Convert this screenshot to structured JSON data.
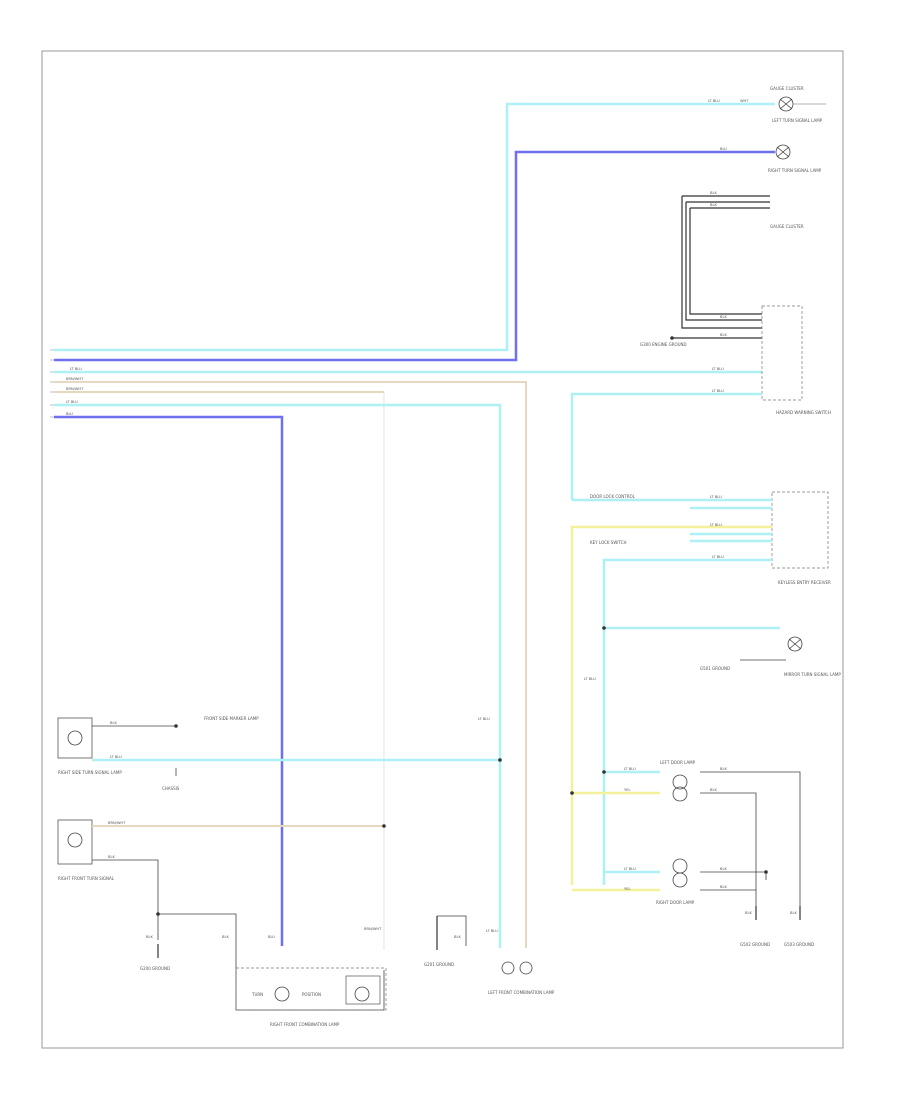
{
  "diagram": {
    "page_ref": "",
    "colors": {
      "lt_blu": "#aef0f4",
      "blu": "#6f6ff2",
      "brn_wht": "#e6d8bf",
      "yel": "#f3f19a",
      "blk": "#333333",
      "gry": "#cccccc",
      "border": "#999999"
    },
    "components": {
      "left_turn_signal": "LEFT TURN SIGNAL LAMP",
      "right_turn_signal": "RIGHT TURN SIGNAL LAMP",
      "gauge_cluster": "GAUGE CLUSTER",
      "ground_cluster": "G300 ENGINE GROUND",
      "hazard_switch": "HAZARD WARNING SWITCH",
      "door_lock_control": "DOOR LOCK CONTROL",
      "key_lock_switch": "KEY LOCK SWITCH",
      "keyless_unit": "KEYLESS ENTRY RECEIVER",
      "mirror_lamp": "MIRROR TURN SIGNAL LAMP",
      "ground_mirror": "G501 GROUND",
      "left_door_lamp": "LEFT DOOR LAMP",
      "right_door_lamp": "RIGHT DOOR LAMP",
      "ground_left_door": "G502 GROUND",
      "ground_right_door": "G503 GROUND",
      "front_side_marker_right": "RIGHT SIDE TURN SIGNAL LAMP",
      "front_marker_conn": "FRONT SIDE MARKER LAMP",
      "chassis": "CHASSIS",
      "right_front_lamp": "RIGHT FRONT TURN SIGNAL",
      "ground_front_left": "G200 GROUND",
      "ground_front_mid": "G201 GROUND",
      "right_front_combo": "RIGHT FRONT COMBINATION LAMP",
      "left_front_combo": "LEFT FRONT COMBINATION LAMP",
      "turn_label": "TURN",
      "position_label": "POSITION"
    },
    "wires": {
      "lt_blu": "LT BLU",
      "blu": "BLU",
      "brn_wht": "BRN/WHT",
      "blk": "BLK",
      "yel": "YEL",
      "wht": "WHT"
    }
  }
}
